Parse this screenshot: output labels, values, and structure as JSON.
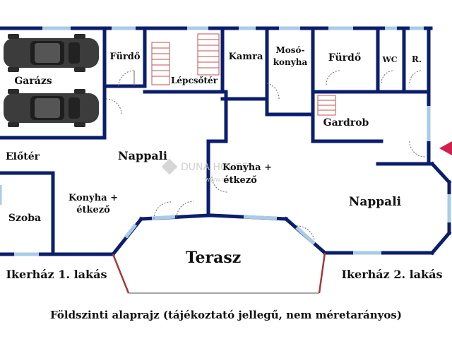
{
  "rooms": {
    "furdo_left": "Fürdő",
    "lepcsoter": "Lépcsőtér",
    "kamra": "Kamra",
    "moso_line1": "Mosó-",
    "moso_line2": "konyha",
    "furdo_right": "Fürdő",
    "wc": "WC",
    "r": "R.",
    "garazs": "Garázs",
    "gardrob": "Gardrob",
    "eloter": "Előtér",
    "nappali_left": "Nappali",
    "konyha_right_line1": "Konyha +",
    "konyha_right_line2": "étkező",
    "szoba": "Szoba",
    "konyha_left_line1": "Konyha +",
    "konyha_left_line2": "étkező",
    "nappali_right": "Nappali",
    "terasz": "Terasz",
    "ikerhaz1": "Ikerház 1. lakás",
    "ikerhaz2": "Ikerház 2. lakás"
  },
  "caption": "Földszinti alaprajz (tájékoztató jellegű, nem méretarányos)",
  "watermark": {
    "line1": "DUNA HOUSE",
    "line2": "www.dh.hu"
  },
  "colors": {
    "wall": "#0b1e6e",
    "window": "#a9cbe6",
    "terrace_edge": "#a23a3a",
    "entrance_arrow": "#d21f4b"
  },
  "icons": [
    "car-icon",
    "car-icon",
    "entrance-arrow-icon"
  ]
}
